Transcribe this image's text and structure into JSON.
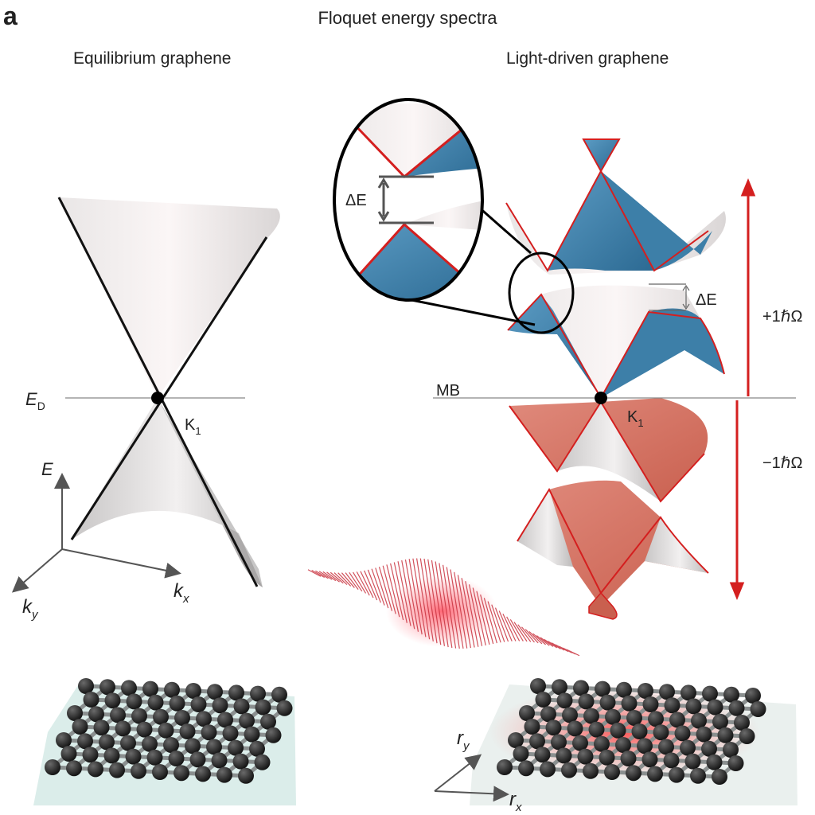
{
  "figure": {
    "panel_letter": "a",
    "title": "Floquet energy spectra",
    "left_title": "Equilibrium graphene",
    "right_title": "Light-driven graphene"
  },
  "left_panel": {
    "energy_label_main": "E",
    "energy_label_sub": "D",
    "point_label_main": "K",
    "point_label_sub": "1",
    "axis_e": "E",
    "axis_kx_main": "k",
    "axis_kx_sub": "x",
    "axis_ky_main": "k",
    "axis_ky_sub": "y"
  },
  "right_panel": {
    "mb_label": "MB",
    "point_label_main": "K",
    "point_label_sub": "1",
    "gap_label": "ΔE",
    "zoom_gap_label": "ΔE",
    "plus_label": "+1ℏΩ",
    "minus_label": "−1ℏΩ",
    "axis_ry_main": "r",
    "axis_ry_sub": "y",
    "axis_rx_main": "r",
    "axis_rx_sub": "x"
  },
  "colors": {
    "upper_replica": "#3d7fa8",
    "lower_replica": "#d9786a",
    "arrow_red": "#d41f1f",
    "cone_light": "#f2eeee",
    "atom": "#2a2a2a",
    "substrate": "#d7ebe8"
  }
}
